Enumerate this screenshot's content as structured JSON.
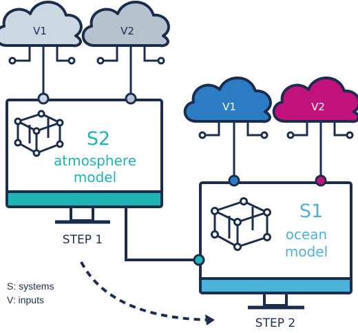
{
  "colors": {
    "outline": "#1b2d4f",
    "teal": "#1fb4b4",
    "blue": "#2c7cc4",
    "magenta": "#c0127a",
    "cloud_grey": "#cbd8e1",
    "cloud_grey_dark": "#b4c3ce",
    "ocean_stand": "#4bb2da"
  },
  "step1": {
    "cloud_v1": "V1",
    "cloud_v2": "V2",
    "system_code": "S2",
    "model_line1": "atmosphere",
    "model_line2": "model",
    "step_label": "STEP 1"
  },
  "step2": {
    "cloud_v1": "V1",
    "cloud_v2": "V2",
    "system_code": "S1",
    "model_line1": "ocean",
    "model_line2": "model",
    "step_label": "STEP 2"
  },
  "legend": {
    "line1": "S: systems",
    "line2": "V: inputs"
  }
}
